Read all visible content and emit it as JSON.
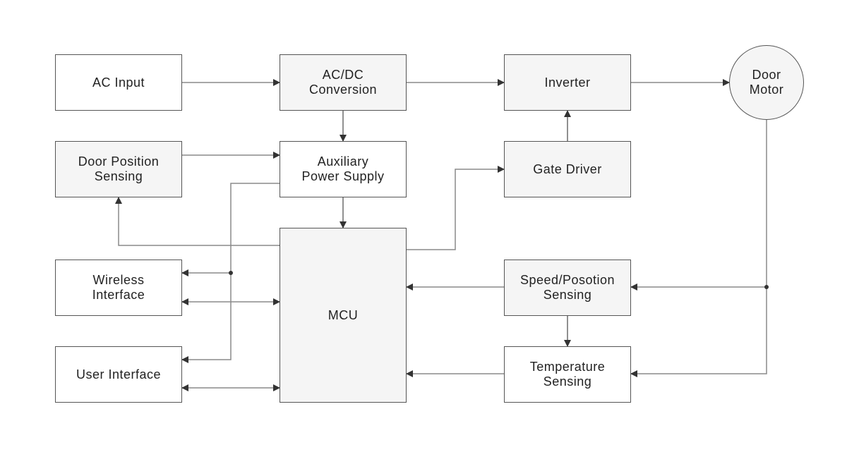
{
  "diagram": {
    "blocks": {
      "ac_input": "AC Input",
      "acdc": "AC/DC\nConversion",
      "inverter": "Inverter",
      "motor": "Door\nMotor",
      "door_pos": "Door Position\nSensing",
      "aux": "Auxiliary\nPower Supply",
      "gate": "Gate Driver",
      "wireless": "Wireless\nInterface",
      "mcu": "MCU",
      "speed": "Speed/Posotion\nSensing",
      "user": "User Interface",
      "temp": "Temperature\nSensing"
    },
    "connections": [
      {
        "from": "AC Input",
        "to": "AC/DC Conversion"
      },
      {
        "from": "AC/DC Conversion",
        "to": "Inverter"
      },
      {
        "from": "Inverter",
        "to": "Door Motor"
      },
      {
        "from": "AC/DC Conversion",
        "to": "Auxiliary Power Supply"
      },
      {
        "from": "Door Position Sensing",
        "to": "Auxiliary Power Supply"
      },
      {
        "from": "Gate Driver",
        "to": "Inverter"
      },
      {
        "from": "Auxiliary Power Supply",
        "to": "MCU"
      },
      {
        "from": "MCU",
        "to": "Gate Driver"
      },
      {
        "from": "MCU",
        "to": "Door Position Sensing"
      },
      {
        "from": "Auxiliary Power Supply",
        "to": "Wireless Interface"
      },
      {
        "from": "Auxiliary Power Supply",
        "to": "User Interface"
      },
      {
        "from": "Wireless Interface",
        "to": "MCU",
        "bidirectional": true
      },
      {
        "from": "User Interface",
        "to": "MCU",
        "bidirectional": true
      },
      {
        "from": "Door Motor",
        "to": "Speed/Posotion Sensing"
      },
      {
        "from": "Door Motor",
        "to": "Temperature Sensing"
      },
      {
        "from": "Speed/Posotion Sensing",
        "to": "MCU"
      },
      {
        "from": "Temperature Sensing",
        "to": "MCU"
      },
      {
        "from": "Speed/Posotion Sensing",
        "to": "Temperature Sensing"
      }
    ]
  }
}
